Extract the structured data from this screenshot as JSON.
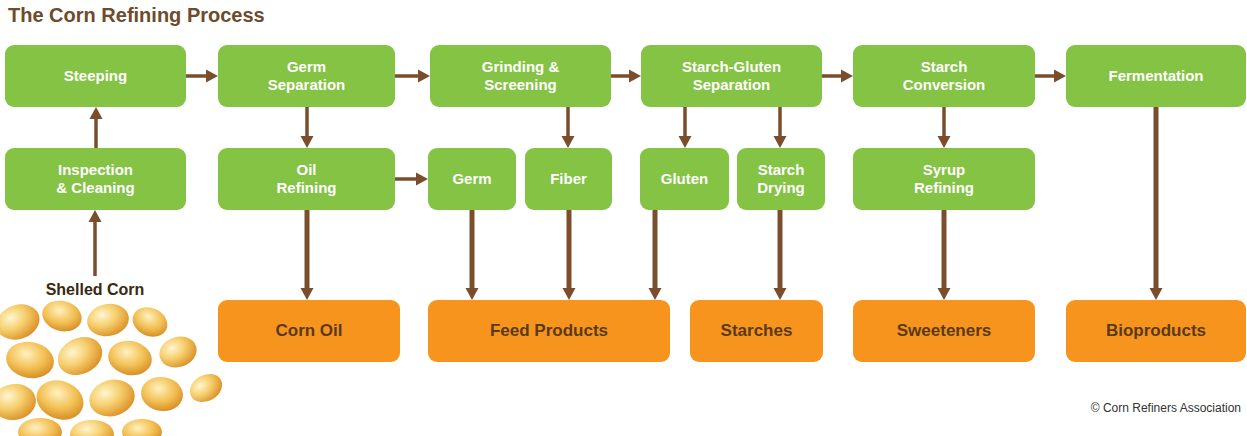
{
  "diagram": {
    "title": "The Corn Refining Process",
    "nodes": [
      {
        "text": [
          "Steeping"
        ]
      },
      {
        "text": [
          "Germ Separation"
        ]
      },
      {
        "text": [
          "Grinding & Screening"
        ]
      },
      {
        "text": [
          "Starch-Gluten Separation"
        ]
      },
      {
        "text": [
          "Starch Conversion"
        ]
      },
      {
        "text": [
          "Fermentation"
        ]
      },
      {
        "text": [
          "Inspection & Cleaning"
        ]
      },
      {
        "text": [
          "Oil Refining"
        ]
      },
      {
        "text": [
          "Germ"
        ]
      },
      {
        "text": [
          "Fiber"
        ]
      },
      {
        "text": [
          "Gluten"
        ]
      },
      {
        "text": [
          "Starch Drying"
        ]
      },
      {
        "text": [
          "Syrup Refining"
        ]
      },
      {
        "text": [
          "Shelled Corn"
        ]
      },
      {
        "text": [
          "Corn Oil"
        ]
      },
      {
        "text": [
          "Feed Products"
        ]
      },
      {
        "text": [
          "Starches"
        ]
      },
      {
        "text": [
          "Sweeteners"
        ]
      },
      {
        "text": [
          "Bioproducts"
        ]
      }
    ],
    "edges": [
      {
        "from": 13,
        "to": 6,
        "arrow": "to"
      },
      {
        "from": 6,
        "to": 0,
        "arrow": "to"
      },
      {
        "from": 0,
        "to": 1,
        "arrow": "to"
      },
      {
        "from": 1,
        "to": 2,
        "arrow": "to"
      },
      {
        "from": 2,
        "to": 3,
        "arrow": "to"
      },
      {
        "from": 3,
        "to": 4,
        "arrow": "to"
      },
      {
        "from": 4,
        "to": 5,
        "arrow": "to"
      },
      {
        "from": 1,
        "to": 7,
        "arrow": "to"
      },
      {
        "from": 7,
        "to": 8,
        "arrow": "to"
      },
      {
        "from": 2,
        "to": 9,
        "arrow": "to"
      },
      {
        "from": 3,
        "to": 10,
        "arrow": "to"
      },
      {
        "from": 3,
        "to": 11,
        "arrow": "to"
      },
      {
        "from": 4,
        "to": 12,
        "arrow": "to"
      },
      {
        "from": 7,
        "to": 14,
        "arrow": "to"
      },
      {
        "from": 8,
        "to": 15,
        "arrow": "to"
      },
      {
        "from": 9,
        "to": 15,
        "arrow": "to"
      },
      {
        "from": 10,
        "to": 15,
        "arrow": "to"
      },
      {
        "from": 11,
        "to": 16,
        "arrow": "to"
      },
      {
        "from": 12,
        "to": 17,
        "arrow": "to"
      },
      {
        "from": 5,
        "to": 18,
        "arrow": "to"
      }
    ],
    "labels": [
      "© Corn Refiners Association"
    ]
  }
}
